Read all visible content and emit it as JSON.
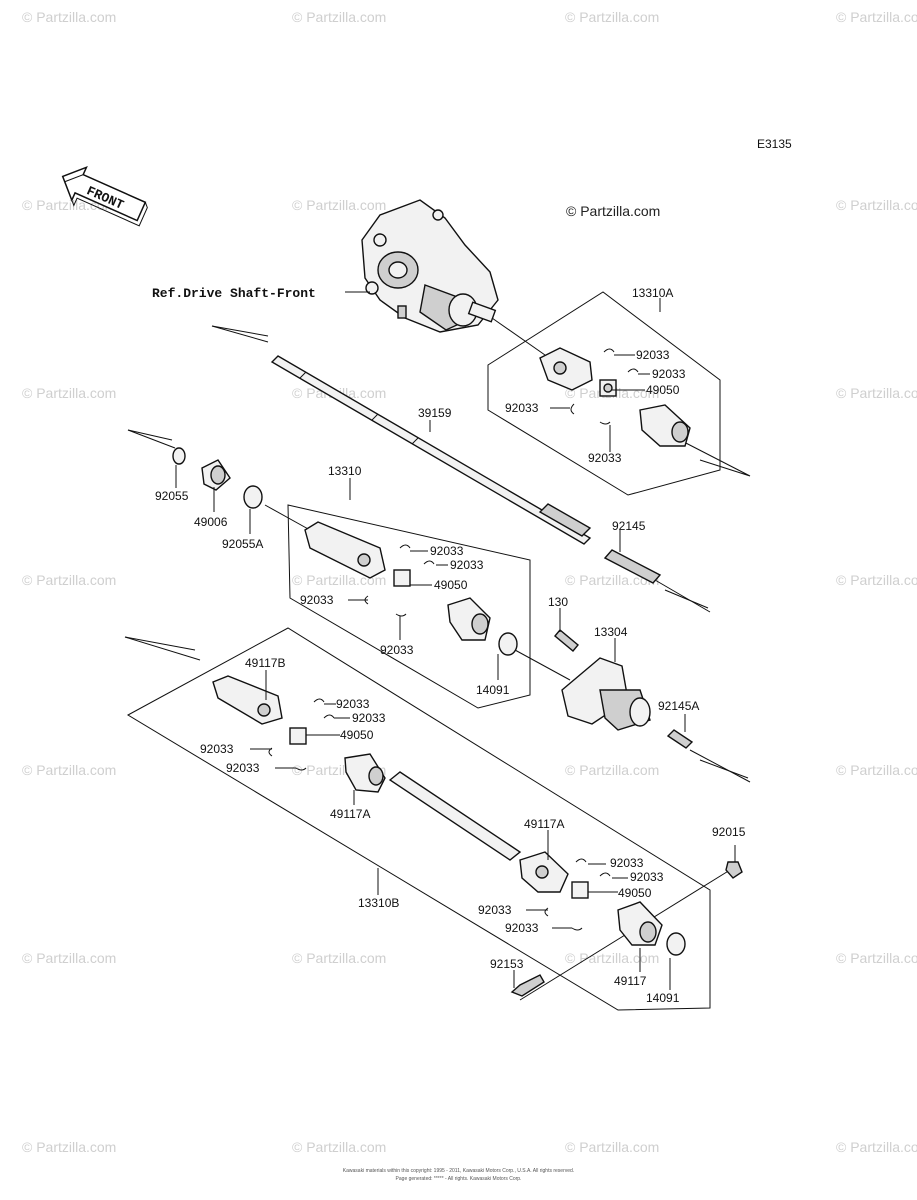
{
  "diagram_code": "E3135",
  "brand_watermark": "© Partzilla.com",
  "front_label": "FRONT",
  "ref_label": "Ref.Drive Shaft-Front",
  "parts": {
    "p13310A": "13310A",
    "p92033": "92033",
    "p49050": "49050",
    "p39159": "39159",
    "p13310": "13310",
    "p92055": "92055",
    "p49006": "49006",
    "p92055A": "92055A",
    "p92145": "92145",
    "p130": "130",
    "p13304": "13304",
    "p14091": "14091",
    "p49117B": "49117B",
    "p92145A": "92145A",
    "p49117A": "49117A",
    "p92015": "92015",
    "p13310B": "13310B",
    "p92153": "92153",
    "p49117": "49117"
  },
  "footer": {
    "line1": "Kawasaki materials within this copyright: 1995 - 2011, Kawasaki Motors Corp., U.S.A. All rights reserved.",
    "line2": "Page generated: ***** - All rights. Kawasaki Motors Corp."
  }
}
